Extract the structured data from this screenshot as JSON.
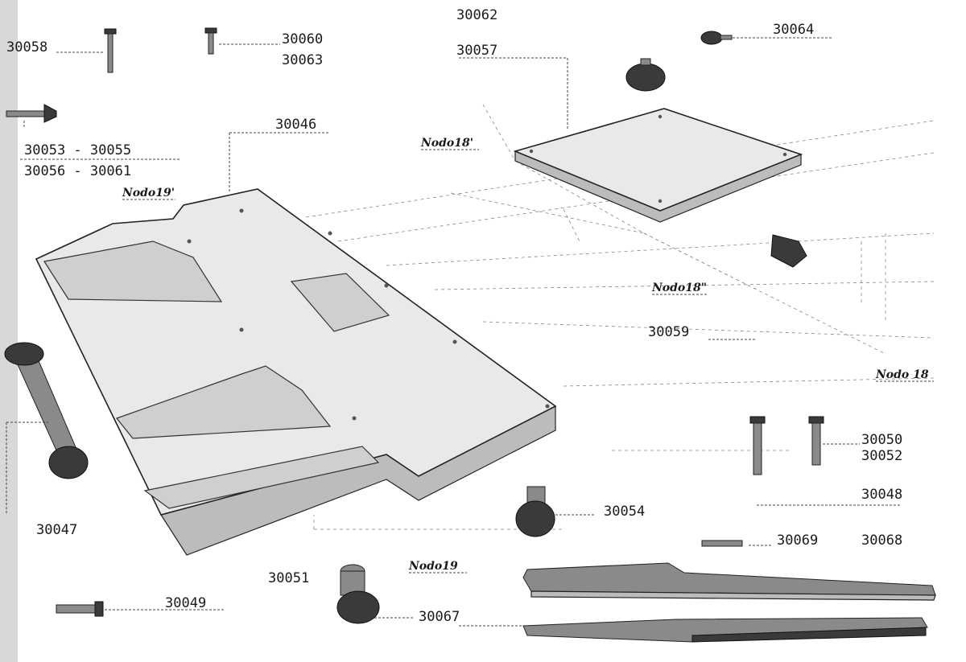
{
  "part_numbers": {
    "p30058": "30058",
    "p30060": "30060",
    "p30063": "30063",
    "p30062": "30062",
    "p30057": "30057",
    "p30064": "30064",
    "p30053_30055": "30053 - 30055",
    "p30056_30061": "30056 - 30061",
    "p30046": "30046",
    "p30059": "30059",
    "p30050": "30050",
    "p30052": "30052",
    "p30048": "30048",
    "p30047": "30047",
    "p30054": "30054",
    "p30069": "30069",
    "p30068": "30068",
    "p30051": "30051",
    "p30049": "30049",
    "p30067": "30067"
  },
  "node_labels": {
    "nodo18_prime": "Nodo18'",
    "nodo19_prime": "Nodo19'",
    "nodo18_dprime": "Nodo18\"",
    "nodo18": "Nodo 18",
    "nodo19": "Nodo19"
  }
}
